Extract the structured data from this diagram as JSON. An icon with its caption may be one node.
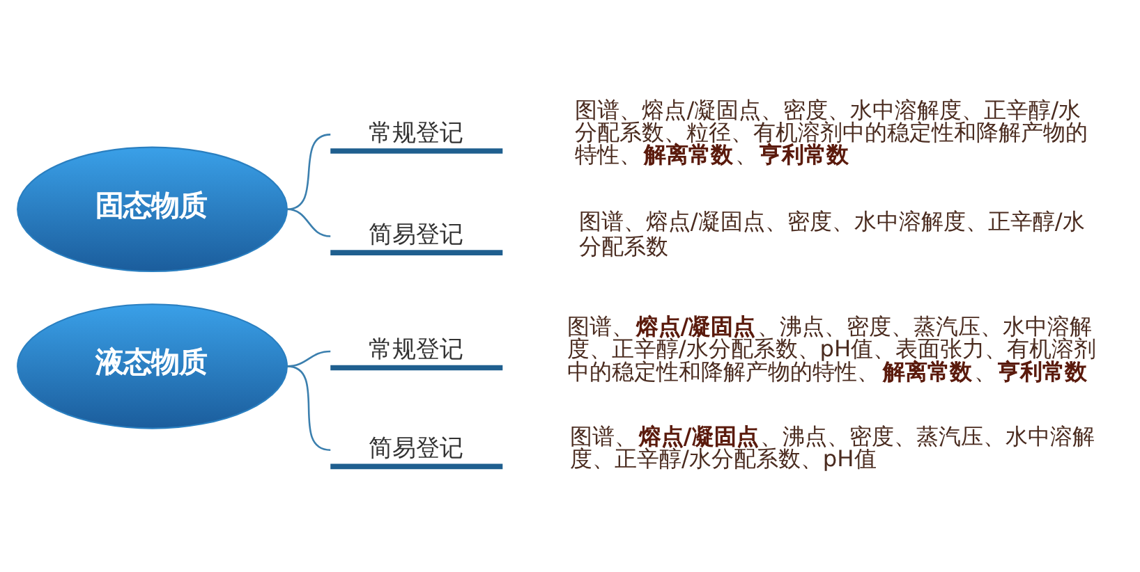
{
  "diagram": {
    "nodes": [
      {
        "text": [
          "固态物质"
        ]
      },
      {
        "text": [
          "常规登记"
        ],
        "beside": [
          "图谱、熔点/凝固点、密度、水中溶解度、正辛醇/水分配系数、粒径、有机溶剂中的稳定性和降解产物的特性、**解离常数**、**亨利常数**"
        ]
      },
      {
        "text": [
          "简易登记"
        ],
        "beside": [
          "图谱、熔点/凝固点、密度、水中溶解度、正辛醇/水分配系数"
        ]
      },
      {
        "text": [
          "液态物质"
        ]
      },
      {
        "text": [
          "常规登记"
        ],
        "beside": [
          "图谱、**熔点/凝固点**、沸点、密度、蒸汽压、水中溶解度、正辛醇/水分配系数、pH值、表面张力、有机溶剂中的稳定性和降解产物的特性、**解离常数**、**亨利常数**"
        ]
      },
      {
        "text": [
          "简易登记"
        ],
        "beside": [
          "图谱、**熔点/凝固点**、沸点、密度、蒸汽压、水中溶解度、正辛醇/水分配系数、pH值"
        ]
      }
    ],
    "edges": [
      {
        "from": 0,
        "to": 1,
        "arrow": "none"
      },
      {
        "from": 0,
        "to": 2,
        "arrow": "none"
      },
      {
        "from": 3,
        "to": 4,
        "arrow": "none"
      },
      {
        "from": 3,
        "to": 5,
        "arrow": "none"
      }
    ]
  }
}
